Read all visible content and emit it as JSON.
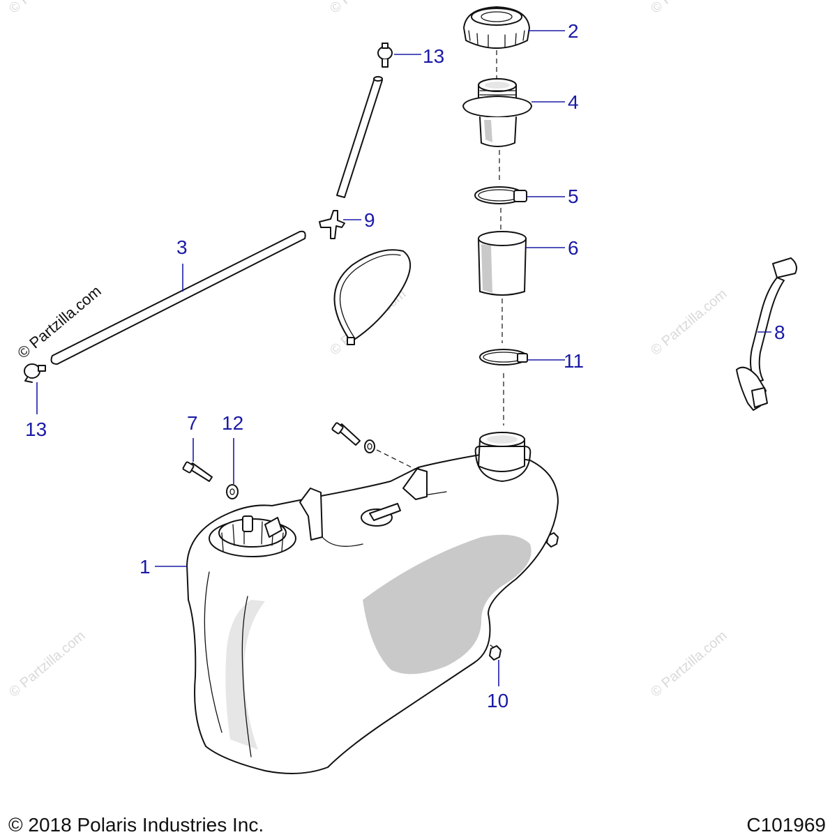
{
  "watermark": {
    "text": "© Partzilla.com",
    "faint_text": "© Partzilla.com"
  },
  "footer": {
    "copyright": "© 2018 Polaris Industries Inc.",
    "diagram_code": "C101969"
  },
  "callouts": {
    "c1": "1",
    "c2": "2",
    "c3": "3",
    "c4": "4",
    "c5": "5",
    "c6": "6",
    "c7": "7",
    "c8": "8",
    "c9": "9",
    "c10": "10",
    "c11": "11",
    "c12": "12",
    "c13a": "13",
    "c13b": "13"
  },
  "colors": {
    "callout": "#1a1aa6",
    "line_art": "#111111",
    "watermark": "#d9d9d9"
  }
}
